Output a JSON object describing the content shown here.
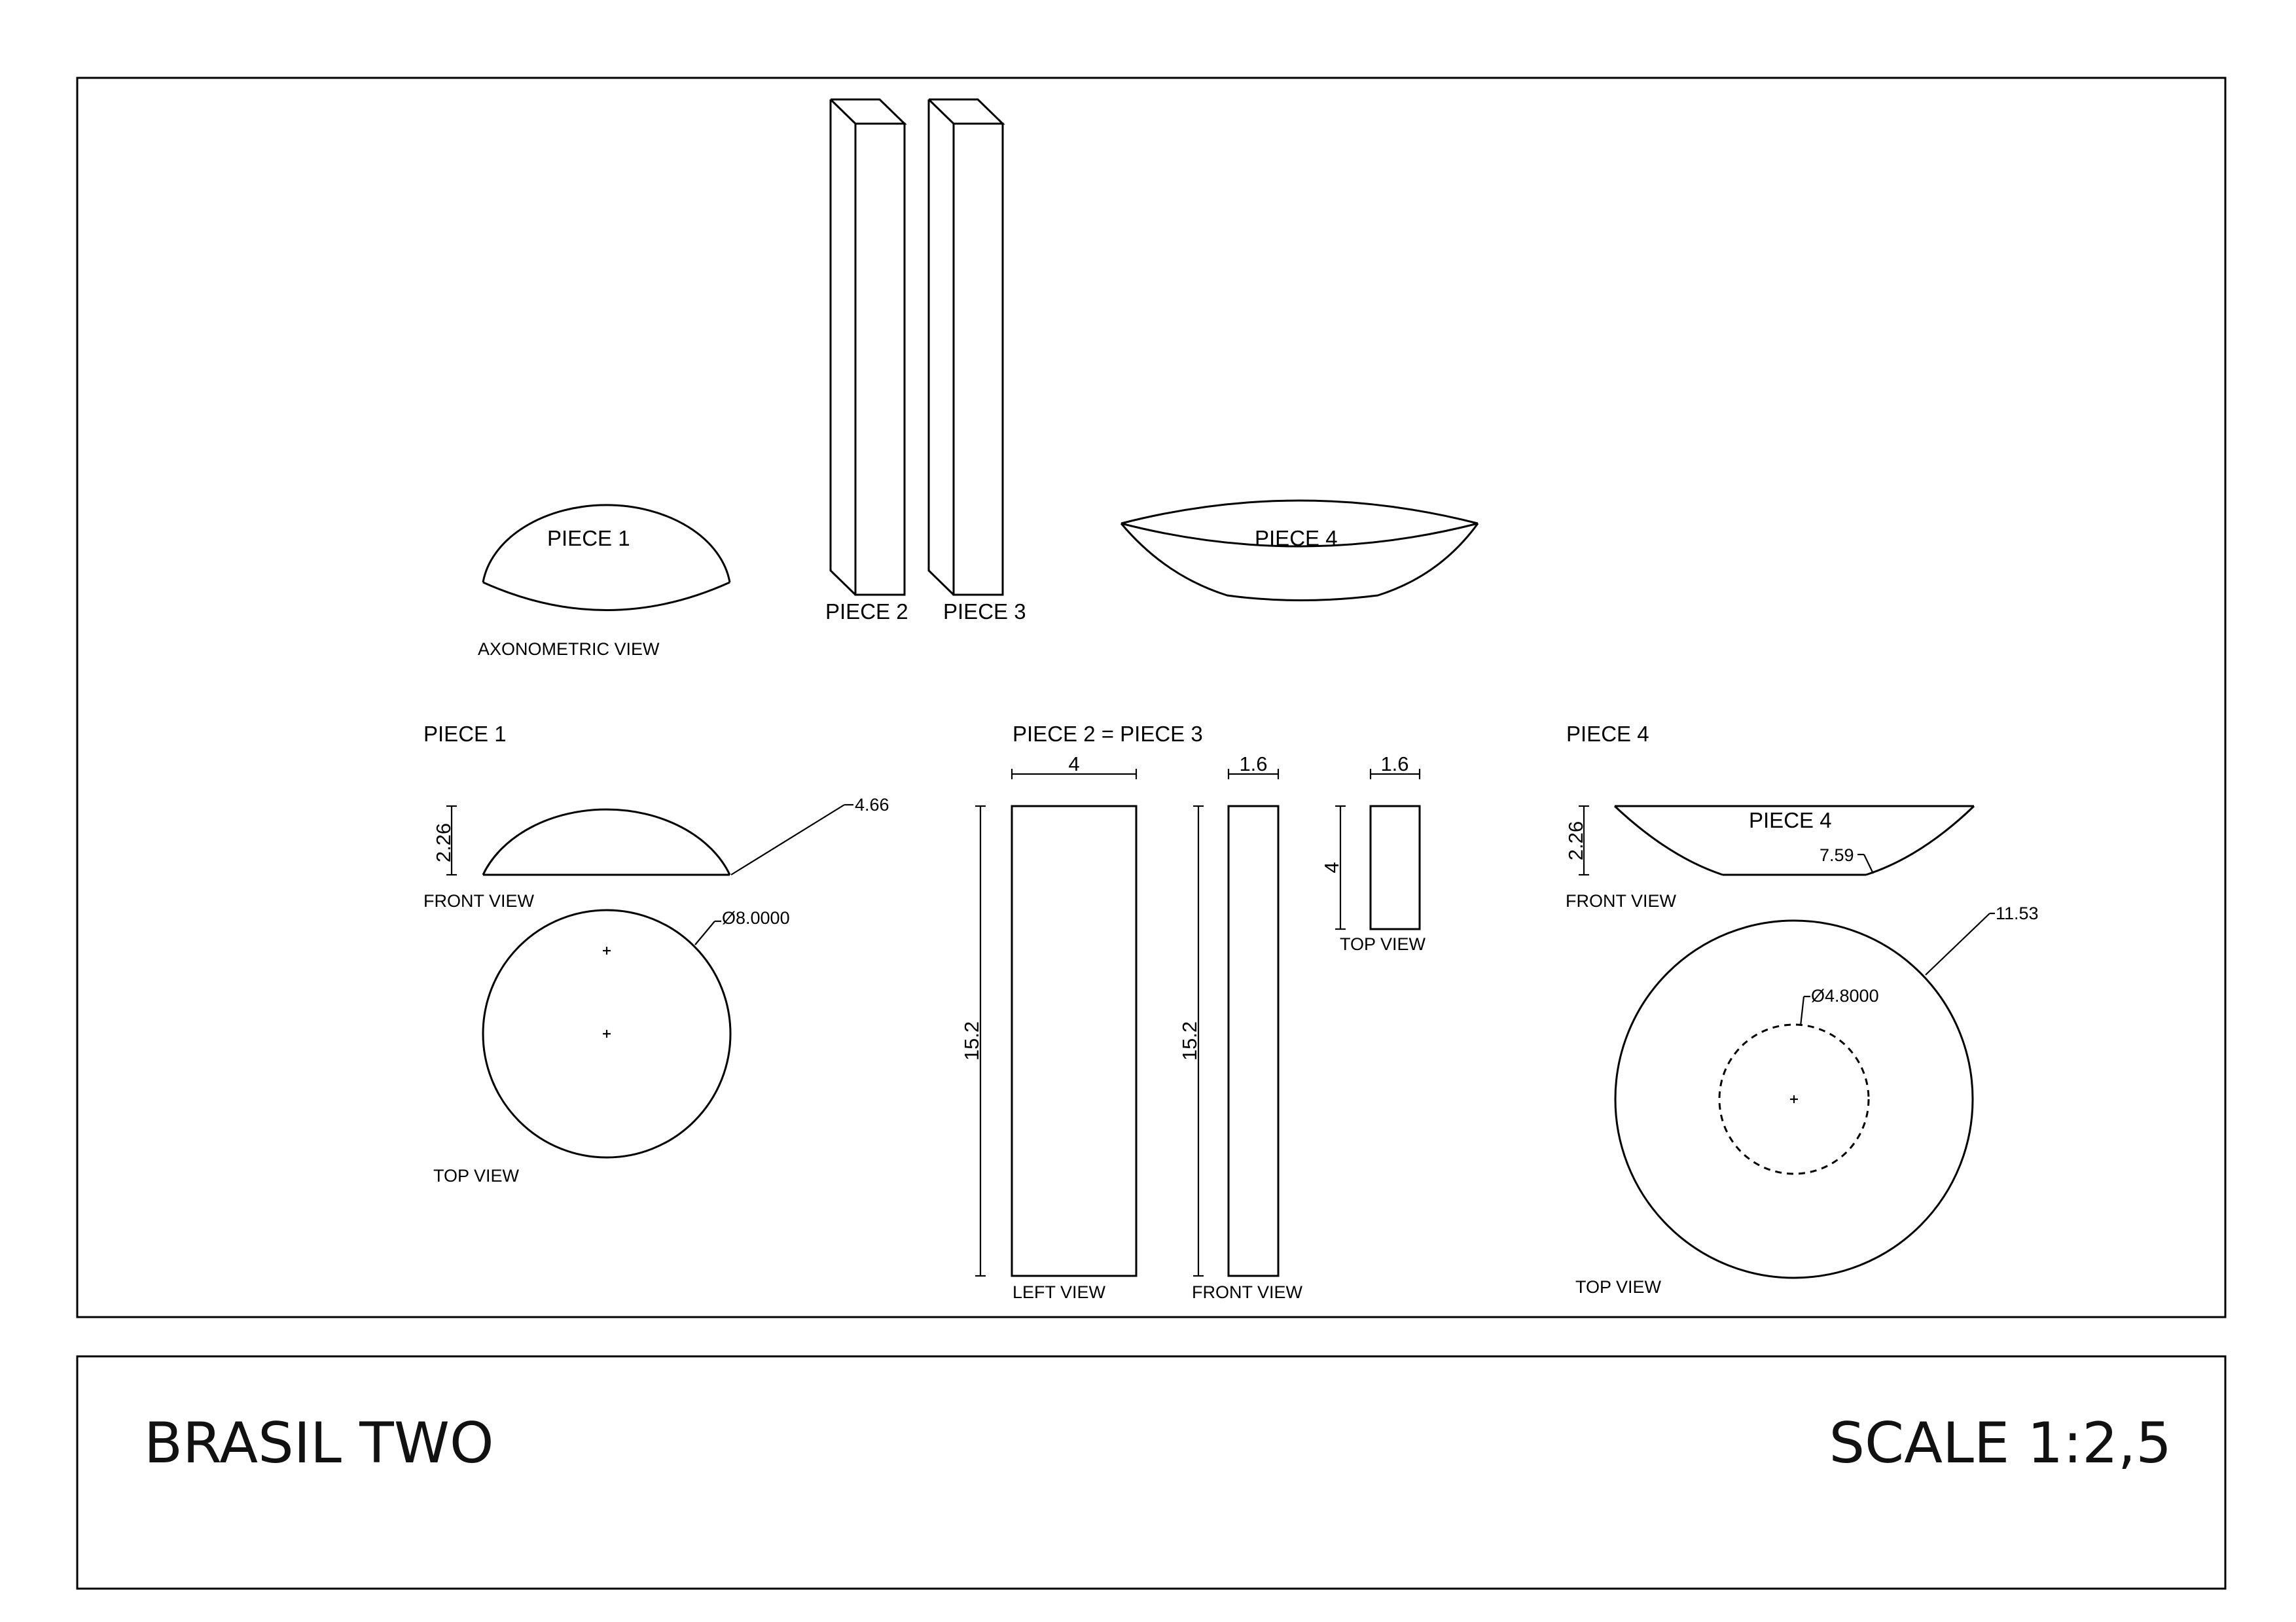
{
  "axonometric": {
    "piece1": "PIECE 1",
    "piece2": "PIECE 2",
    "piece3": "PIECE 3",
    "piece4": "PIECE 4",
    "view_label": "AXONOMETRIC VIEW"
  },
  "piece1": {
    "heading": "PIECE 1",
    "height_dim": "2.26",
    "radius_dim": "4.66",
    "front_view": "FRONT VIEW",
    "diameter_dim": "Ø8.0000",
    "top_view": "TOP VIEW"
  },
  "piece23": {
    "heading": "PIECE 2 = PIECE 3",
    "width_dim": "4",
    "height_dim_left": "15.2",
    "left_view": "LEFT VIEW",
    "thickness_dim_front": "1.6",
    "height_dim_front": "15.2",
    "front_view": "FRONT VIEW",
    "thickness_dim_top": "1.6",
    "depth_dim_top": "4",
    "top_view": "TOP VIEW"
  },
  "piece4": {
    "heading": "PIECE 4",
    "label_in_view": "PIECE 4",
    "height_dim": "2.26",
    "radius_dim": "7.59",
    "front_view": "FRONT VIEW",
    "outer_radius_dim": "11.53",
    "inner_diameter_dim": "Ø4.8000",
    "top_view": "TOP VIEW"
  },
  "title_block": {
    "title": "BRASIL TWO",
    "scale": "SCALE 1:2,5"
  }
}
